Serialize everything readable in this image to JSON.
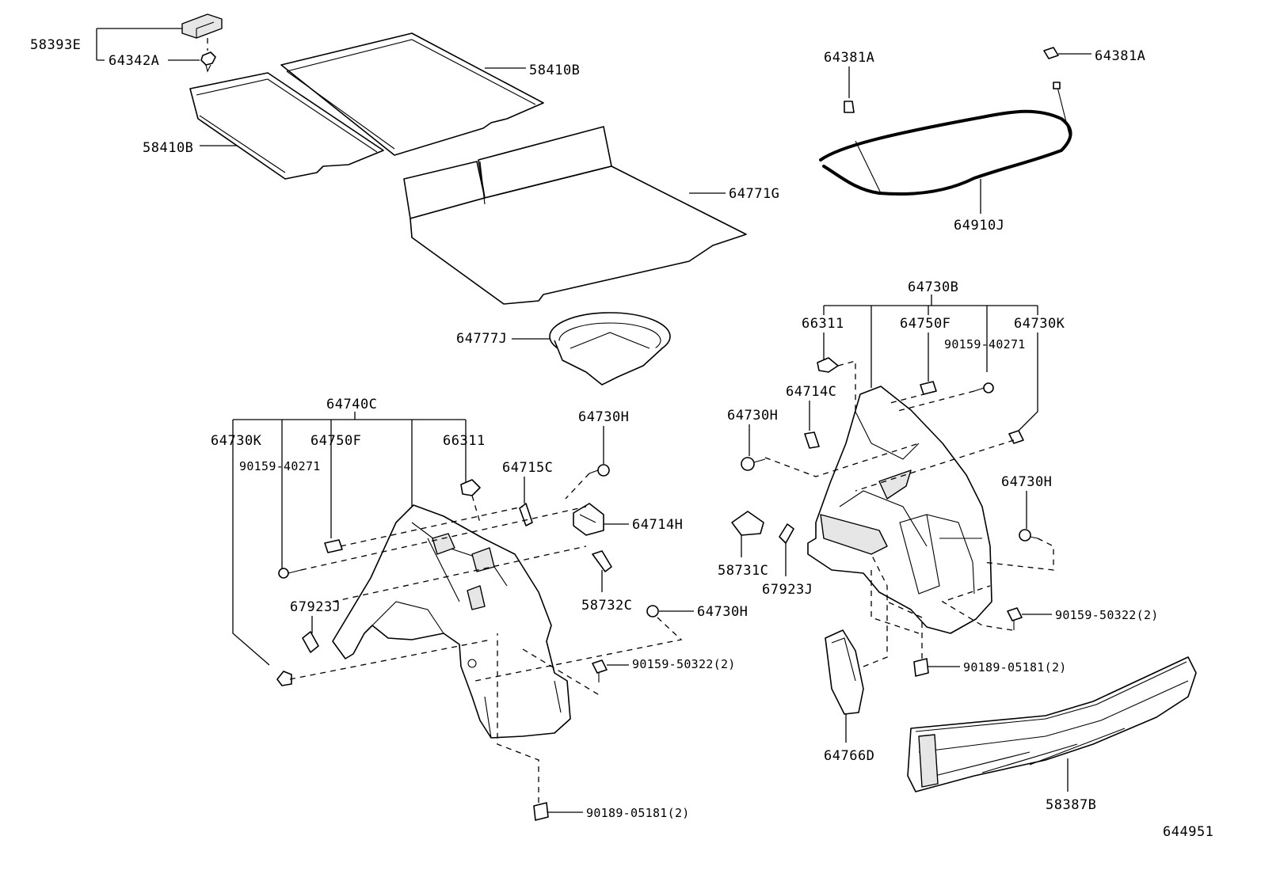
{
  "labels": {
    "l58393E": "58393E",
    "l64342A": "64342A",
    "l58410B_top": "58410B",
    "l58410B_left": "58410B",
    "l64771G": "64771G",
    "l64777J": "64777J",
    "l64381A_left": "64381A",
    "l64381A_right": "64381A",
    "l64910J": "64910J",
    "l64740C": "64740C",
    "l64730K_left": "64730K",
    "l64750F_left": "64750F",
    "l66311_left": "66311",
    "l90159_40271_left": "90159-40271",
    "l64715C": "64715C",
    "l64730H_a": "64730H",
    "l64714H": "64714H",
    "l58732C": "58732C",
    "l64730H_b": "64730H",
    "l67923J_left": "67923J",
    "l90159_50322_left": "90159-50322(2)",
    "l90189_05181_left": "90189-05181(2)",
    "l64730B": "64730B",
    "l66311_right": "66311",
    "l64750F_right": "64750F",
    "l64730K_right": "64730K",
    "l90159_40271_right": "90159-40271",
    "l64714C": "64714C",
    "l64730H_c": "64730H",
    "l64730H_d": "64730H",
    "l58731C": "58731C",
    "l67923J_right": "67923J",
    "l90159_50322_right": "90159-50322(2)",
    "l90189_05181_right": "90189-05181(2)",
    "l64766D": "64766D",
    "l58387B": "58387B"
  },
  "diagram_id": "644951"
}
